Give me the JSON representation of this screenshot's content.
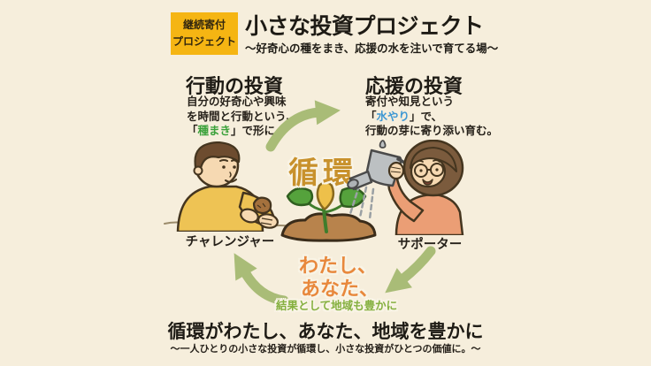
{
  "header": {
    "badge_line1": "継続寄付",
    "badge_line2": "プロジェクト",
    "title": "小さな投資プロジェクト",
    "subtitle": "〜好奇心の種をまき、応援の水を注いで育てる場〜"
  },
  "action_section": {
    "heading": "行動の投資",
    "line1": "自分の好奇心や興味",
    "line2": "を時間と行動という、",
    "line3_pre": "「",
    "line3_highlight": "種まき",
    "line3_post": "」で形に。",
    "highlight_color": "#3aa13a"
  },
  "support_section": {
    "heading": "応援の投資",
    "line1": "寄付や知見という",
    "line2_pre": "「",
    "line2_highlight": "水やり",
    "line2_post": "」で、",
    "line3": "行動の芽に寄り添い育む。",
    "highlight_color": "#3f98d3"
  },
  "cycle": {
    "center_label": "循環",
    "challenger_label": "チャレンジャー",
    "supporter_label": "サポーター",
    "flow_word1": "わたし、",
    "flow_word2": "あなた、",
    "flow_result": "結果として地域も豊かに"
  },
  "footer": {
    "heading": "循環がわたし、あなた、地域を豊かに",
    "subheading": "〜一人ひとりの小さな投資が循環し、小さな投資がひとつの価値に。〜"
  },
  "colors": {
    "background": "#f6eedc",
    "badge_bg": "#f5b513",
    "badge_text": "#33270e",
    "text_dark": "#1e1b15",
    "seed_green": "#3aa13a",
    "water_blue": "#3f98d3",
    "cycle_gold": "#c8912c",
    "flow_orange": "#e8883c",
    "result_green": "#85b03f",
    "arrow_green": "#a9bc77",
    "shirt_yellow": "#eec354",
    "sweater_salmon": "#eb9e75",
    "soil_brown": "#b8834c",
    "leaf_green": "#55a23c"
  },
  "illustrations": {
    "challenger": "person-planting-seed-illustration",
    "supporter": "person-watering-illustration",
    "plant": "sprout-in-soil-illustration",
    "arrows": "cycle-arrows"
  }
}
